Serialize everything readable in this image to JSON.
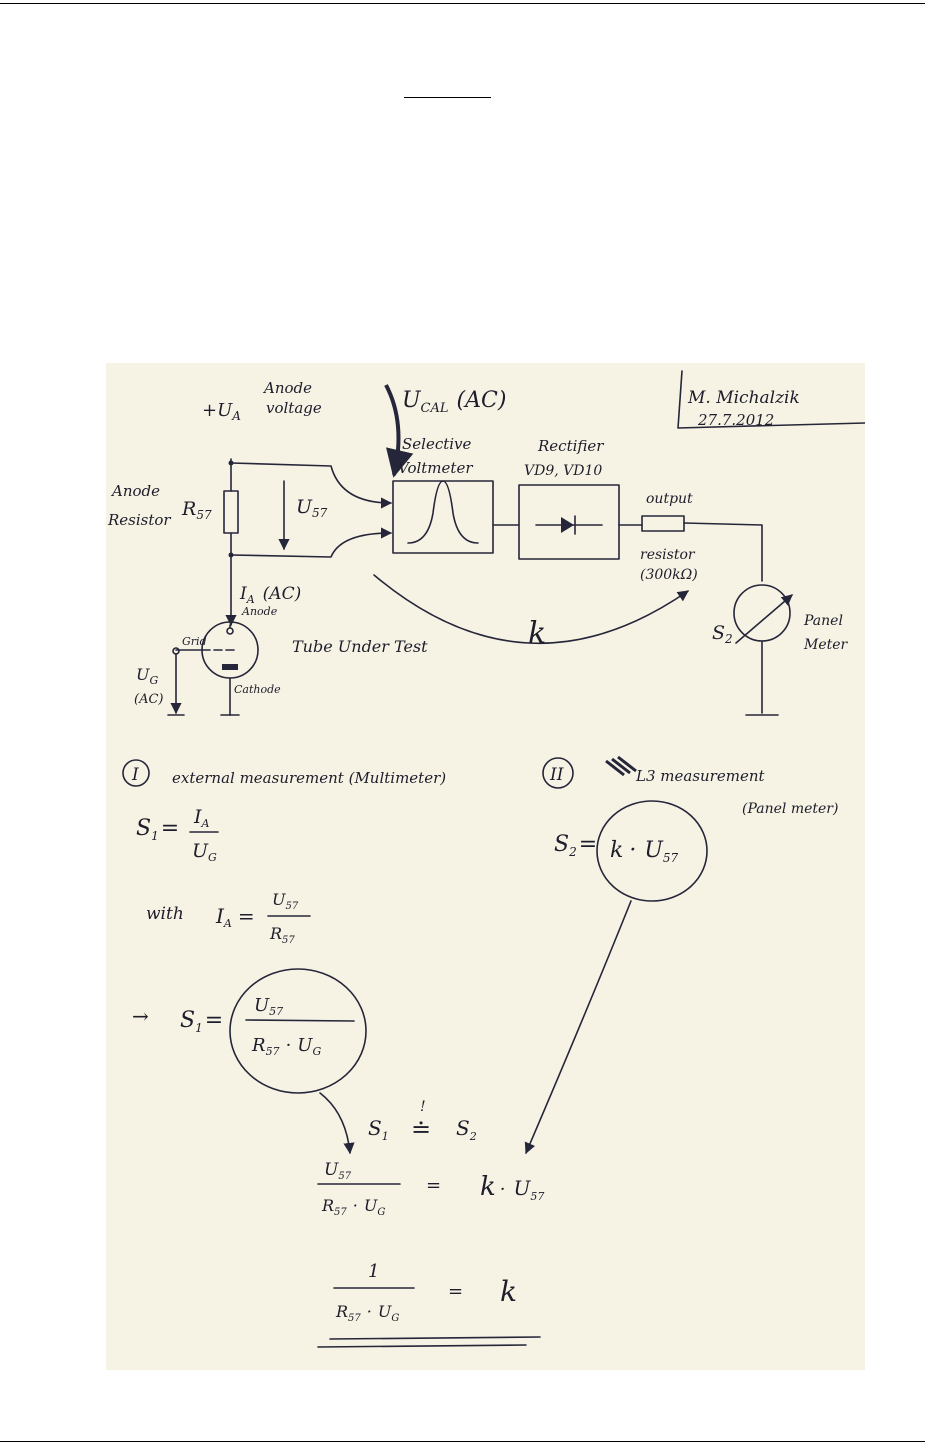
{
  "sheet": {
    "paper_color": "#f6f2e4",
    "ink_color": "#26263a"
  },
  "author": {
    "name": "M. Michalzik",
    "date": "27.7.2012"
  },
  "circuit": {
    "anode_label": "Anode",
    "voltage_label": "voltage",
    "supply": "+U",
    "supply_sub": "A",
    "anode_resistor_label1": "Anode",
    "anode_resistor_label2": "Resistor",
    "resistor_name": "R",
    "resistor_sub": "57",
    "u57": "U",
    "u57_sub": "57",
    "anode_current": "I",
    "anode_current_sub": "A",
    "anode_current_ac": "(AC)",
    "tube_anode": "Anode",
    "tube_grid": "Grid",
    "tube_cathode": "Cathode",
    "tube_title": "Tube Under Test",
    "grid_voltage": "U",
    "grid_voltage_sub": "G",
    "grid_voltage_ac": "(AC)",
    "ucal": "U",
    "ucal_sub": "CAL",
    "ucal_ac": "(AC)",
    "voltmeter_label1": "Selective",
    "voltmeter_label2": "Voltmeter",
    "rectifier_label": "Rectifier",
    "rectifier_parts": "VD9, VD10",
    "output_label": "output",
    "output_resistor_label": "resistor",
    "output_resistor_value": "(300kΩ)",
    "k": "k",
    "s2": "S",
    "s2_sub": "2",
    "panel_label1": "Panel",
    "panel_label2": "Meter"
  },
  "method_1": {
    "numeral": "I",
    "heading": "external measurement (Multimeter)",
    "s1": "S",
    "s1_sub": "1",
    "eq": "=",
    "ia": "I",
    "ia_sub": "A",
    "ug": "U",
    "ug_sub": "G",
    "with": "with",
    "u57": "U",
    "u57_sub": "57",
    "r57": "R",
    "r57_sub": "57",
    "arrow": "→",
    "dot": "·"
  },
  "method_2": {
    "numeral": "II",
    "heading": "L3 measurement",
    "heading2": "(Panel meter)",
    "s2": "S",
    "s2_sub": "2",
    "eq": "=",
    "k": "k",
    "dot": "·",
    "u57": "U",
    "u57_sub": "57"
  },
  "result": {
    "s1": "S",
    "s1_sub": "1",
    "def_eq": "≐",
    "def_mark": "!",
    "s2": "S",
    "s2_sub": "2",
    "u57": "U",
    "u57_sub": "57",
    "r57": "R",
    "r57_sub": "57",
    "ug": "U",
    "ug_sub": "G",
    "eq": "=",
    "k": "k",
    "dot": "·",
    "one": "1"
  }
}
